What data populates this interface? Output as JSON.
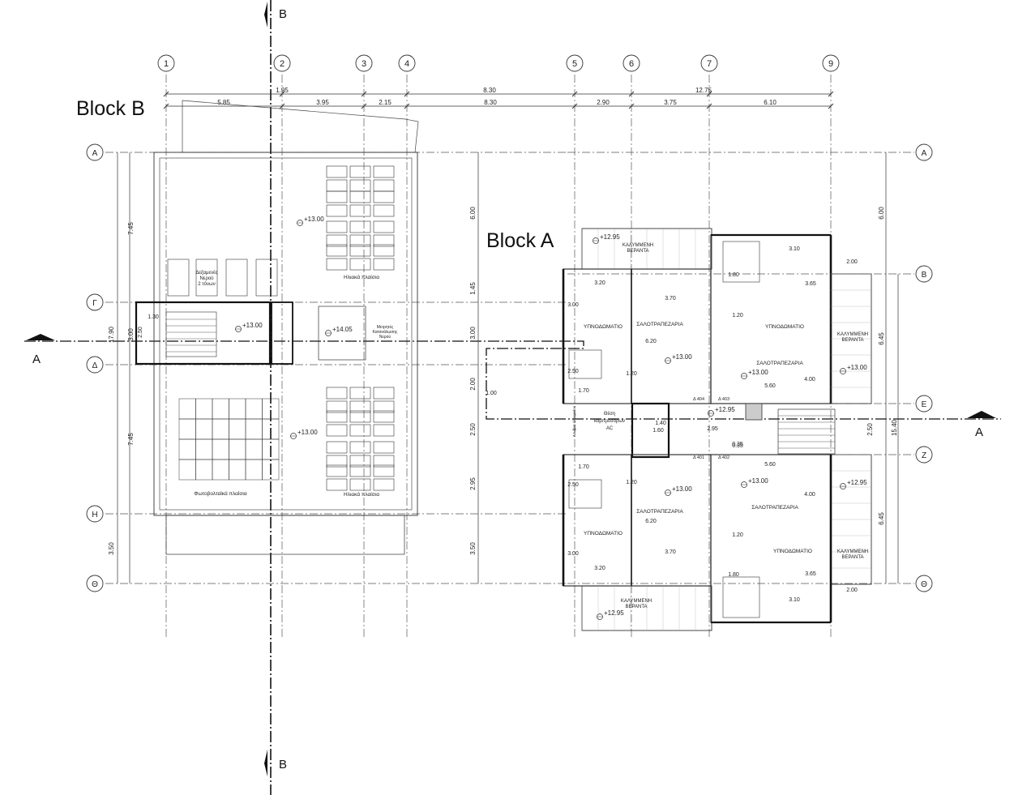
{
  "blocks": {
    "block_b": "Block B",
    "block_a": "Block A"
  },
  "section_marks": {
    "b_top": "B",
    "b_bottom": "B",
    "a_left": "A",
    "a_right": "A"
  },
  "grid_cols": [
    "1",
    "2",
    "3",
    "4",
    "5",
    "6",
    "7",
    "9"
  ],
  "grid_rows_left": [
    "Α",
    "Γ",
    "Δ",
    "Η",
    "Θ"
  ],
  "grid_rows_right": [
    "Α",
    "Β",
    "Ε",
    "Ζ",
    "Θ"
  ],
  "dims_top_upper": [
    "1.95",
    "8.30",
    "12.75"
  ],
  "dims_top_lower": [
    "5.85",
    "3.95",
    "2.15",
    "8.30",
    "2.90",
    "3.75",
    "6.10"
  ],
  "dims_left": [
    "7.45",
    "17.90",
    "3.00",
    "7.45",
    "3.50",
    "1.30",
    "2.50"
  ],
  "dims_mid": [
    "6.00",
    "1.45",
    "3.00",
    "2.00",
    "2.50",
    "2.95",
    "3.50"
  ],
  "dims_right": [
    "6.00",
    "6.45",
    "15.40",
    "2.50",
    "6.45",
    "2.00",
    "2.00",
    "1.30"
  ],
  "dims_unit": [
    "2.00",
    "3.20",
    "3.70",
    "3.10",
    "1.20",
    "1.80",
    "6.20",
    "3.00",
    "2.50",
    "1.70",
    "1.20",
    "5.60",
    "4.00",
    "3.65",
    "1.40",
    "1.60",
    "1.00",
    "0.35",
    "2.95",
    "0.35",
    "5.60",
    "1.70",
    "2.50",
    "1.20",
    "6.20",
    "3.70",
    "3.20",
    "3.00",
    "1.20",
    "1.80",
    "3.10",
    "3.65",
    "4.00",
    "2.00"
  ],
  "levels": [
    "+13.00",
    "+13.00",
    "+14.05",
    "+13.00",
    "+12.95",
    "+13.00",
    "+13.00",
    "+12.95",
    "+13.00",
    "+13.00",
    "+13.00",
    "+12.95",
    "+12.95"
  ],
  "rooms": {
    "tanks": [
      "Δεξαμενές",
      "Νερού",
      "2 τόνων"
    ],
    "solar_top": "Ηλιακά πλαίσια",
    "meters": [
      "Μετρητές",
      "Κατανάλωσης",
      "Νερού"
    ],
    "pv": "Φωτοβολταϊκά πλαίσια",
    "solar_bottom": "Ηλιακά πλαίσια",
    "veranda_top": [
      "ΚΑΛΥΜΜΕΝΗ",
      "ΒΕΡΑΝΤΑ"
    ],
    "bed_tl": "ΥΠΝΟΔΩΜΑΤΙΟ",
    "living_tl": "ΣΑΛΟΤΡΑΠΕΖΑΡΙΑ",
    "bed_tr": "ΥΠΝΟΔΩΜΑΤΙΟ",
    "living_tr": "ΣΑΛΟΤΡΑΠΕΖΑΡΙΑ",
    "veranda_right_top": [
      "ΚΑΛΥΜΜΕΝΗ",
      "ΒΕΡΑΝΤΑ"
    ],
    "ac": [
      "Θέση",
      "κομπρεσόρων",
      "AC"
    ],
    "bed_bl": "ΥΠΝΟΔΩΜΑΤΙΟ",
    "living_bl": "ΣΑΛΟΤΡΑΠΕΖΑΡΙΑ",
    "living_br": "ΣΑΛΟΤΡΑΠΕΖΑΡΙΑ",
    "bed_br": "ΥΠΝΟΔΩΜΑΤΙΟ",
    "veranda_right_bottom": [
      "ΚΑΛΥΜΜΕΝΗ",
      "ΒΕΡΑΝΤΑ"
    ],
    "veranda_bottom": [
      "ΚΑΛΥΜΜΕΝΗ",
      "ΒΕΡΑΝΤΑ"
    ],
    "doors": [
      "Δ 404",
      "Δ 403",
      "Δ 401",
      "Δ 402"
    ],
    "louvre": "Λουβρα αλουμινίου"
  }
}
